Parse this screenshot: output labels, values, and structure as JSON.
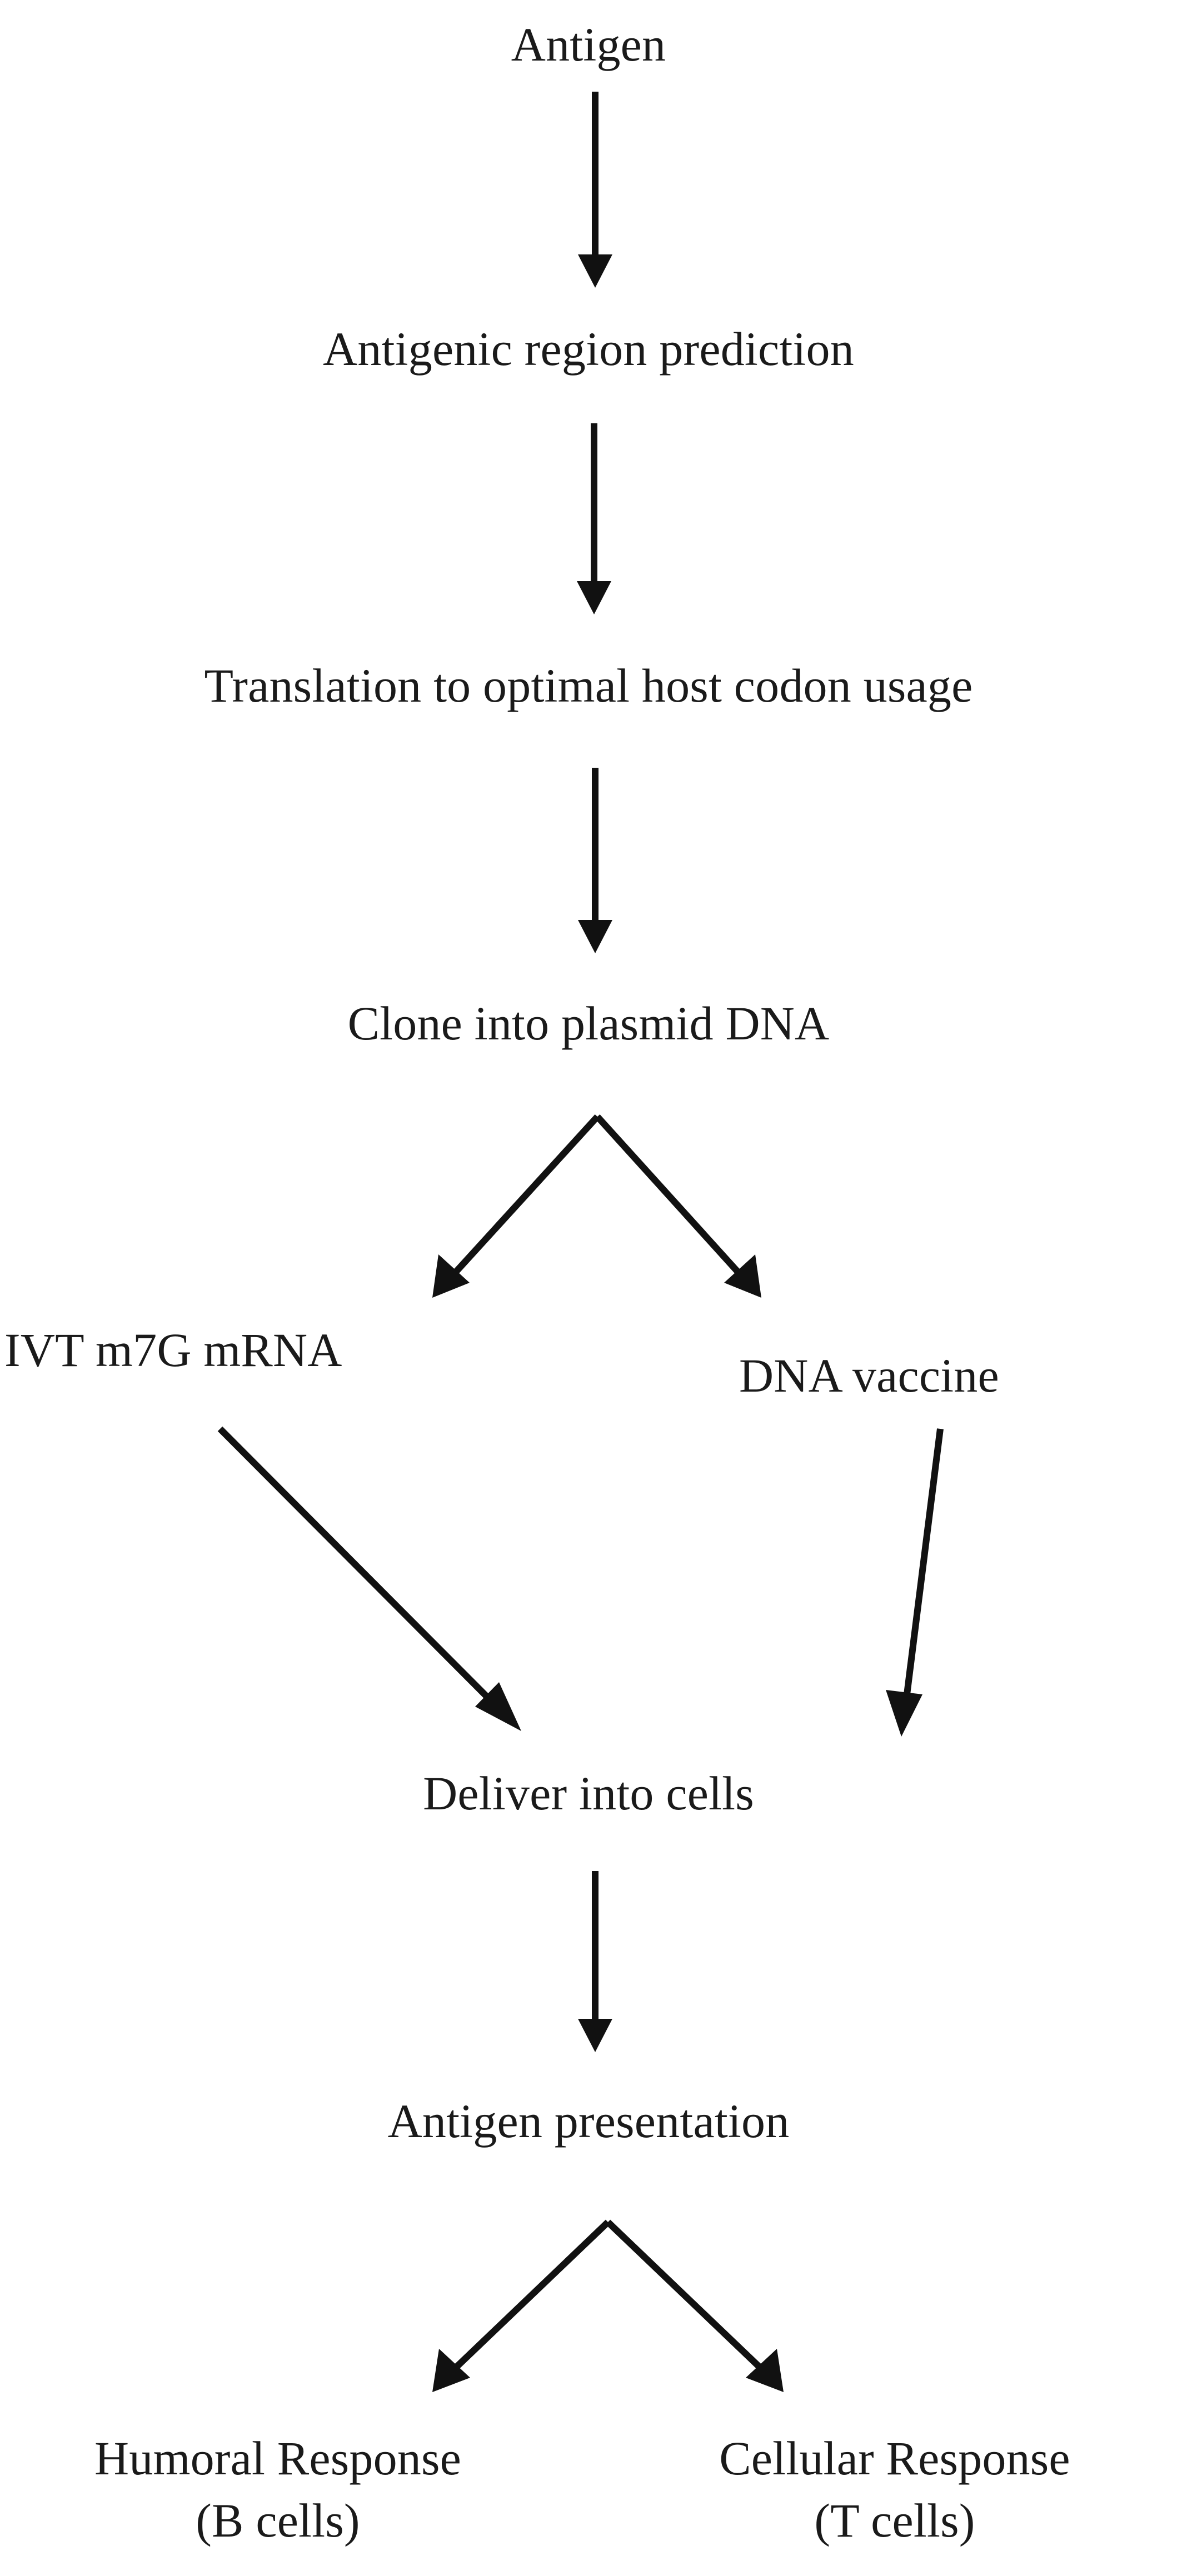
{
  "diagram": {
    "type": "flowchart",
    "orientation": "top-to-bottom",
    "background_color": "#ffffff",
    "line_color": "#1a1a1a",
    "text_color": "#1a1a1a",
    "nodes": [
      {
        "id": "antigen",
        "label": "Antigen"
      },
      {
        "id": "antigenic_region_prediction",
        "label": "Antigenic region prediction"
      },
      {
        "id": "translation",
        "label": "Translation to optimal host codon usage"
      },
      {
        "id": "clone_plasmid",
        "label": "Clone into plasmid DNA"
      },
      {
        "id": "ivt_mrna",
        "label": "IVT m7G mRNA"
      },
      {
        "id": "dna_vaccine",
        "label": "DNA vaccine"
      },
      {
        "id": "deliver_cells",
        "label": "Deliver into cells"
      },
      {
        "id": "antigen_presentation",
        "label": "Antigen presentation"
      },
      {
        "id": "humoral_response",
        "label_line1": "Humoral Response",
        "label_line2": "(B cells)"
      },
      {
        "id": "cellular_response",
        "label_line1": "Cellular Response",
        "label_line2": "(T cells)"
      }
    ],
    "edges": [
      {
        "from": "antigen",
        "to": "antigenic_region_prediction",
        "style": "straight-down"
      },
      {
        "from": "antigenic_region_prediction",
        "to": "translation",
        "style": "straight-down"
      },
      {
        "from": "translation",
        "to": "clone_plasmid",
        "style": "straight-down"
      },
      {
        "from": "clone_plasmid",
        "to": "ivt_mrna",
        "style": "diagonal-down-left"
      },
      {
        "from": "clone_plasmid",
        "to": "dna_vaccine",
        "style": "diagonal-down-right"
      },
      {
        "from": "ivt_mrna",
        "to": "deliver_cells",
        "style": "diagonal-down-right"
      },
      {
        "from": "dna_vaccine",
        "to": "deliver_cells",
        "style": "diagonal-down-left"
      },
      {
        "from": "deliver_cells",
        "to": "antigen_presentation",
        "style": "straight-down"
      },
      {
        "from": "antigen_presentation",
        "to": "humoral_response",
        "style": "diagonal-down-left"
      },
      {
        "from": "antigen_presentation",
        "to": "cellular_response",
        "style": "diagonal-down-right"
      }
    ]
  }
}
